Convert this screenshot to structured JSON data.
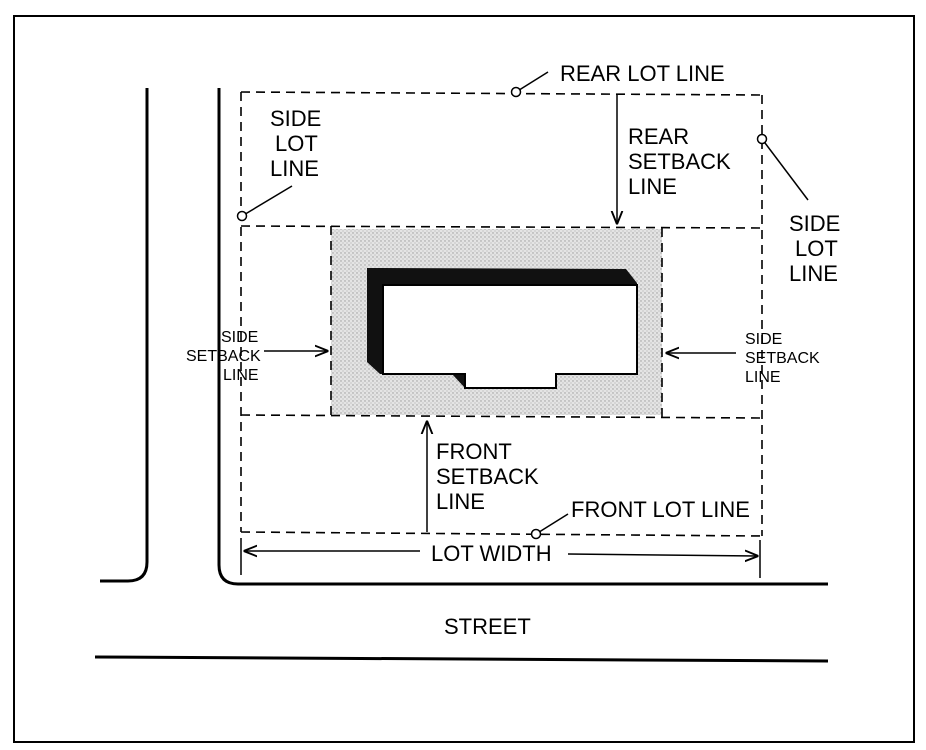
{
  "labels": {
    "rear_lot_line": "REAR LOT LINE",
    "rear_setback_line": [
      "REAR",
      "SETBACK",
      "LINE"
    ],
    "side_lot_line_left": [
      "SIDE",
      "LOT",
      "LINE"
    ],
    "side_lot_line_right": [
      "SIDE",
      "LOT",
      "LINE"
    ],
    "side_setback_left": [
      "SIDE",
      "SETBACK",
      "LINE"
    ],
    "side_setback_right": [
      "SIDE",
      "SETBACK",
      "LINE"
    ],
    "front_setback_line": [
      "FRONT",
      "SETBACK",
      "LINE"
    ],
    "front_lot_line": "FRONT LOT LINE",
    "lot_width": "LOT WIDTH",
    "street": "STREET"
  },
  "colors": {
    "line": "#000000",
    "buildable_area": "#d9d9d9",
    "building_shadow": "#111111",
    "building_face": "#ffffff"
  }
}
